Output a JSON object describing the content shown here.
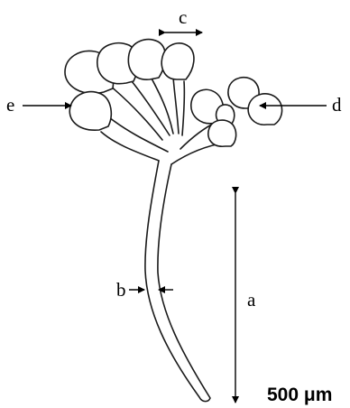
{
  "labels": {
    "a": "a",
    "b": "b",
    "c": "c",
    "d": "d",
    "e": "e"
  },
  "scale_bar": "500 μm",
  "colors": {
    "stroke": "#1a1a1a",
    "text": "#000000",
    "background": "#ffffff"
  }
}
